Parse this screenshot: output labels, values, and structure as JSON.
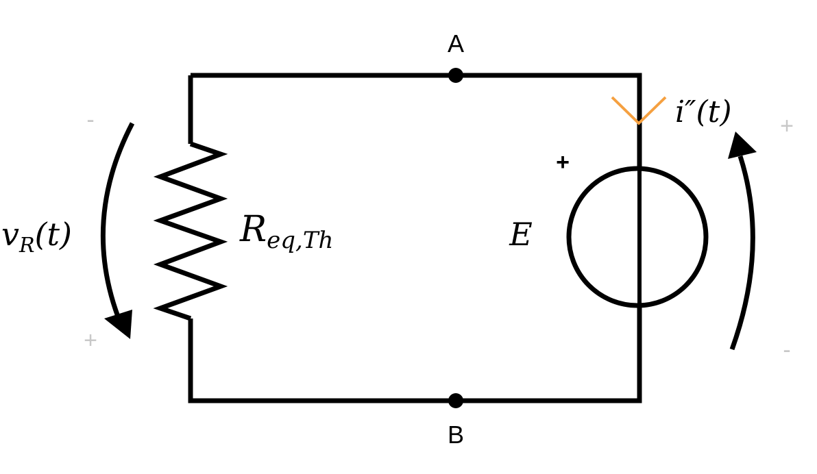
{
  "nodes": {
    "top": "A",
    "bottom": "B"
  },
  "resistor": {
    "symbol": "R",
    "subscript": "eq,Th"
  },
  "source": {
    "symbol": "E",
    "polarity": "+"
  },
  "current": {
    "label": "i″(t)",
    "arrow_color": "#f5a040"
  },
  "voltage_resistor": {
    "var": "v",
    "subscript": "R",
    "args": "(t)",
    "sign_top": "-",
    "sign_bottom": "+"
  },
  "voltage_source": {
    "sign_top": "+",
    "sign_bottom": "-"
  },
  "colors": {
    "wire": "#000000",
    "sign_gray": "#c8c8c8",
    "current_arrow": "#f5a040"
  }
}
